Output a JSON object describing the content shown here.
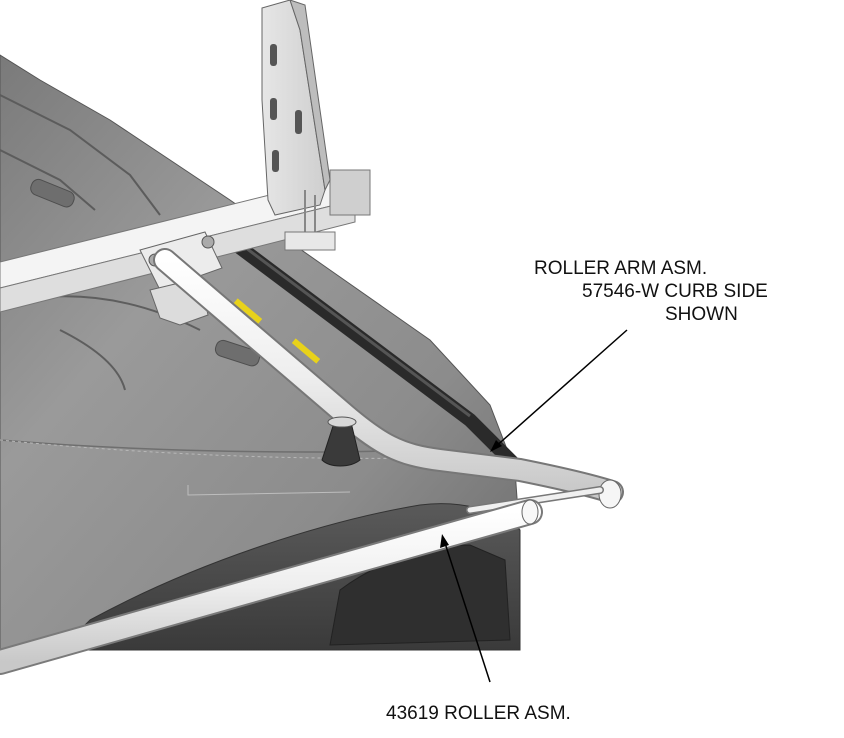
{
  "callouts": {
    "roller_arm": {
      "line1": "ROLLER ARM ASM.",
      "line2": "57546-W CURB SIDE",
      "line3": "SHOWN"
    },
    "roller": {
      "label": "43619 ROLLER ASM."
    }
  },
  "colors": {
    "vehicle_roof": "#8a8a8a",
    "vehicle_dark": "#4a4a4a",
    "rack_metal": "#f2f2f2",
    "warning_label": "#e8d21a",
    "rubber_foot": "#3a3a3a",
    "leader_line": "#000000"
  }
}
